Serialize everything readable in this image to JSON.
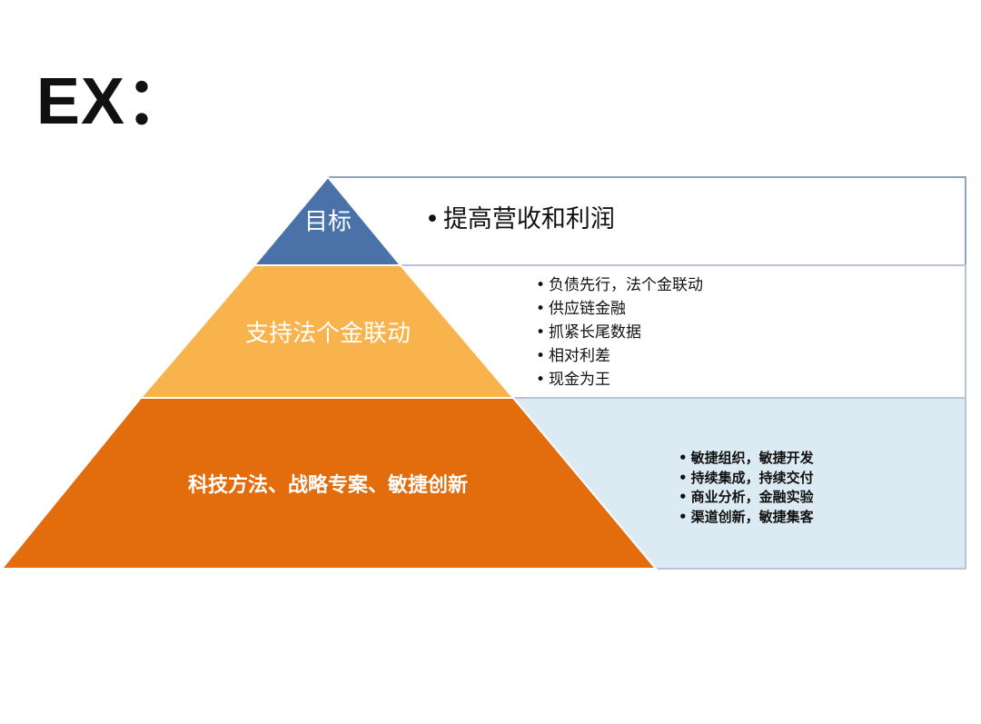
{
  "title": "EX：",
  "colors": {
    "top": "#4a72a8",
    "middle": "#f9b34c",
    "bottom": "#e36c0c",
    "bottom_box": "#dcebf3",
    "border": "#8fa2c0"
  },
  "tiers": [
    {
      "label": "目标",
      "items": [
        "提高营收和利润"
      ]
    },
    {
      "label": "支持法个金联动",
      "items": [
        "负债先行，法个金联动",
        "供应链金融",
        "抓紧长尾数据",
        "相对利差",
        "现金为王"
      ]
    },
    {
      "label": "科技方法、战略专案、敏捷创新",
      "items": [
        "敏捷组织，敏捷开发",
        "持续集成，持续交付",
        "商业分析，金融实验",
        "渠道创新，敏捷集客"
      ]
    }
  ]
}
